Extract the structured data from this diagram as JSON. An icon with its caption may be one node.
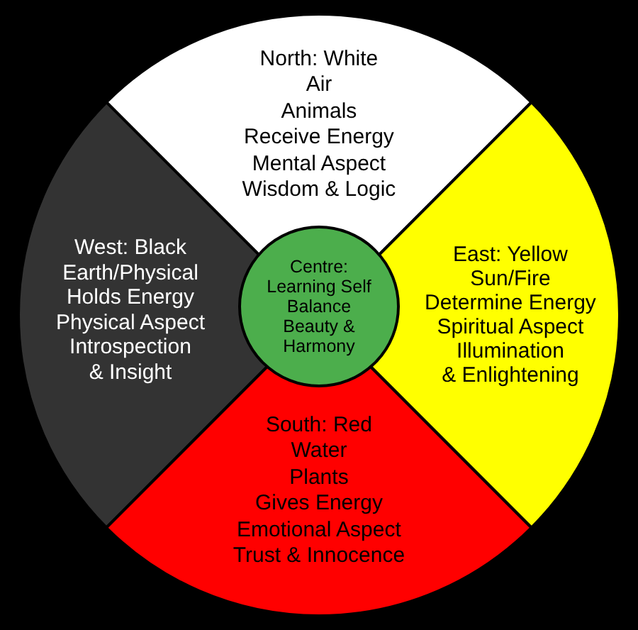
{
  "diagram": {
    "nodes": [
      {
        "text": [
          "North: White",
          "Air",
          "Animals",
          "Receive Energy",
          "Mental Aspect",
          "Wisdom & Logic"
        ]
      },
      {
        "text": [
          "East: Yellow",
          "Sun/Fire",
          "Determine Energy",
          "Spiritual Aspect",
          "Illumination",
          "& Enlightening"
        ]
      },
      {
        "text": [
          "West: Black",
          "Earth/Physical",
          "Holds Energy",
          "Physical Aspect",
          "Introspection",
          "& Insight"
        ]
      },
      {
        "text": [
          "Centre: Learning Self Balance Beauty & Harmony"
        ]
      },
      {
        "text": [
          "South: Red",
          "Water",
          "Plants",
          "Gives Energy",
          "Emotional Aspect",
          "Trust & Innocence"
        ]
      }
    ]
  }
}
